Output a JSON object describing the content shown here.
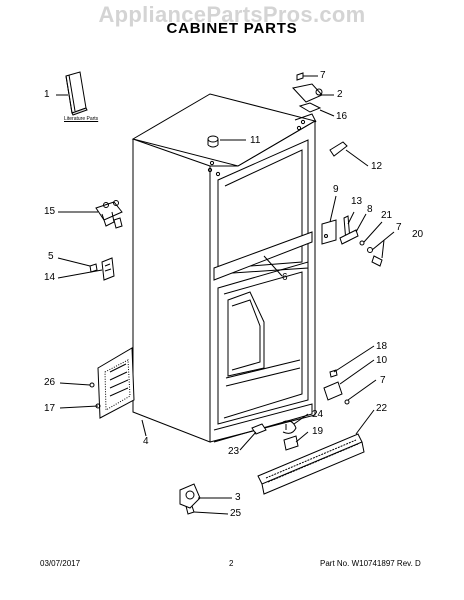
{
  "watermark": "AppliancePartsPros.com",
  "title": "CABINET PARTS",
  "literature_label": "Literature Parts",
  "callouts": {
    "c1": "1",
    "c2": "2",
    "c3": "3",
    "c4": "4",
    "c5": "5",
    "c6": "6",
    "c7a": "7",
    "c7b": "7",
    "c7c": "7",
    "c8": "8",
    "c9": "9",
    "c10": "10",
    "c11": "11",
    "c12": "12",
    "c13": "13",
    "c14": "14",
    "c15": "15",
    "c16": "16",
    "c17": "17",
    "c18": "18",
    "c19": "19",
    "c20": "20",
    "c21": "21",
    "c22": "22",
    "c23": "23",
    "c24": "24",
    "c25": "25",
    "c26": "26"
  },
  "footer": {
    "date": "03/07/2017",
    "page": "2",
    "part_no": "Part No. W10741897 Rev. D"
  }
}
